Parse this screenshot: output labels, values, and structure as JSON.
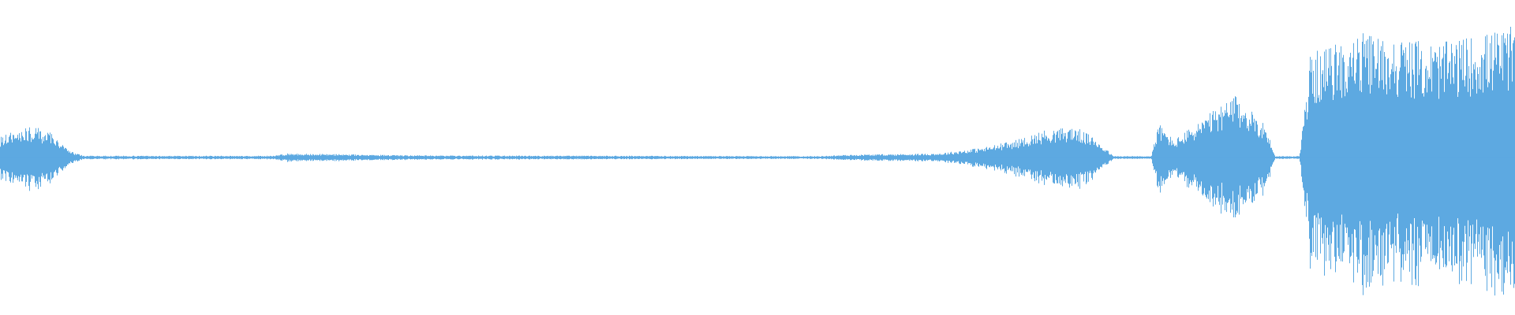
{
  "waveform": {
    "color": "#5DA9E1",
    "background": "#ffffff",
    "amplitude_envelope": [
      [
        0.0,
        0.06
      ],
      [
        0.01,
        0.08
      ],
      [
        0.022,
        0.09
      ],
      [
        0.035,
        0.07
      ],
      [
        0.045,
        0.02
      ],
      [
        0.055,
        0.005
      ],
      [
        0.18,
        0.005
      ],
      [
        0.19,
        0.012
      ],
      [
        0.28,
        0.006
      ],
      [
        0.54,
        0.004
      ],
      [
        0.56,
        0.008
      ],
      [
        0.62,
        0.012
      ],
      [
        0.65,
        0.03
      ],
      [
        0.67,
        0.05
      ],
      [
        0.69,
        0.08
      ],
      [
        0.71,
        0.09
      ],
      [
        0.725,
        0.05
      ],
      [
        0.735,
        0.004
      ],
      [
        0.76,
        0.004
      ],
      [
        0.765,
        0.1
      ],
      [
        0.775,
        0.05
      ],
      [
        0.79,
        0.1
      ],
      [
        0.815,
        0.18
      ],
      [
        0.835,
        0.1
      ],
      [
        0.842,
        0.004
      ],
      [
        0.858,
        0.004
      ],
      [
        0.865,
        0.3
      ],
      [
        0.9,
        0.36
      ],
      [
        0.95,
        0.33
      ],
      [
        1.0,
        0.38
      ]
    ]
  }
}
